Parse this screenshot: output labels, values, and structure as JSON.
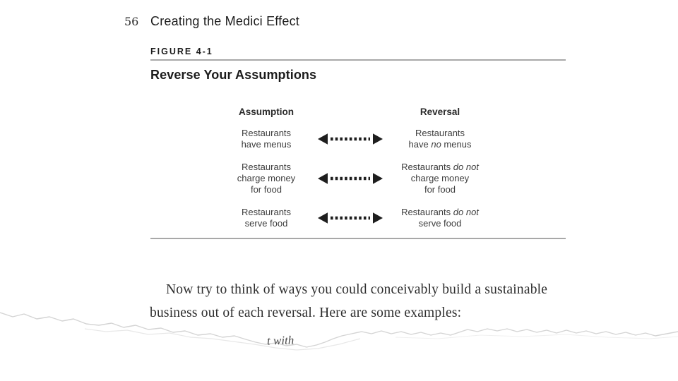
{
  "page": {
    "number": "56",
    "running_title": "Creating the Medici Effect"
  },
  "figure": {
    "label": "FIGURE 4-1",
    "title": "Reverse Your Assumptions",
    "columns": {
      "assumption": "Assumption",
      "reversal": "Reversal"
    },
    "rows": [
      {
        "assumption_lines": [
          "Restaurants",
          "have menus"
        ],
        "reversal_lines": [
          [
            {
              "text": "Restaurants"
            }
          ],
          [
            {
              "text": "have "
            },
            {
              "text": "no",
              "italic": true
            },
            {
              "text": " menus"
            }
          ]
        ]
      },
      {
        "assumption_lines": [
          "Restaurants",
          "charge money",
          "for food"
        ],
        "reversal_lines": [
          [
            {
              "text": "Restaurants "
            },
            {
              "text": "do not",
              "italic": true
            }
          ],
          [
            {
              "text": "charge money"
            }
          ],
          [
            {
              "text": "for food"
            }
          ]
        ]
      },
      {
        "assumption_lines": [
          "Restaurants",
          "serve food"
        ],
        "reversal_lines": [
          [
            {
              "text": "Restaurants "
            },
            {
              "text": "do not",
              "italic": true
            }
          ],
          [
            {
              "text": "serve food"
            }
          ]
        ]
      }
    ],
    "arrow_color": "#1e1e1e"
  },
  "body": {
    "line1": "Now try to think of ways you could conceivably build a sustainable",
    "line2": "business out of each reversal. Here are some examples:"
  },
  "torn_fragment": "t with",
  "colors": {
    "rule": "#a8a8a8",
    "tear_edge": "#d4d4d4"
  }
}
